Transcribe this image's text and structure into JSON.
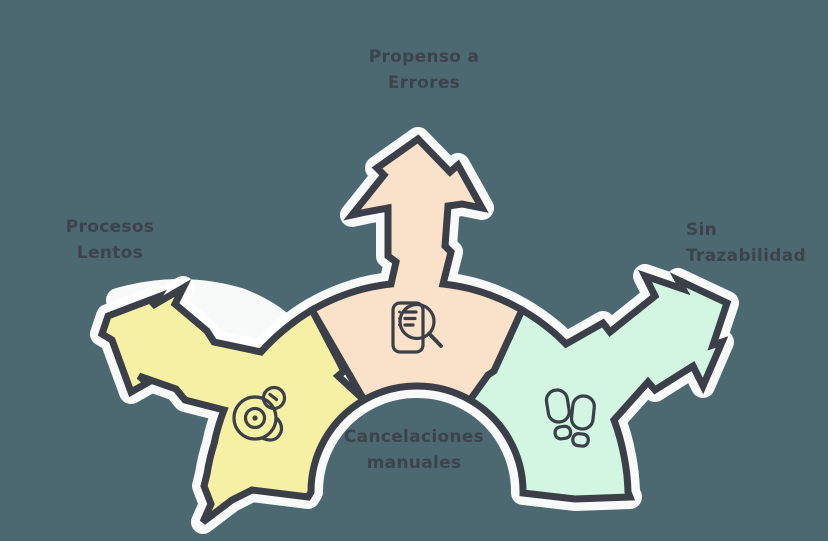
{
  "colors": {
    "bg": "#4C6870",
    "outline": "#3A3F48",
    "text": "#3C424C",
    "backing": "#FFFFFF"
  },
  "diagram": {
    "type": "three-branch-arrow-arch",
    "center": {
      "label_line1": "Cancelaciones",
      "label_line2": "manuales"
    },
    "branches": [
      {
        "id": "top",
        "label_line1": "Propenso a",
        "label_line2": "Errores",
        "color": "#FAE1C9",
        "icon": "document-search-icon"
      },
      {
        "id": "left",
        "label_line1": "Procesos",
        "label_line2": "Lentos",
        "color": "#F6F0A4",
        "icon": "snail-icon"
      },
      {
        "id": "right",
        "label_line1": "Sin",
        "label_line2": "Trazabilidad",
        "color": "#D2F6E2",
        "icon": "footprints-icon"
      }
    ]
  }
}
